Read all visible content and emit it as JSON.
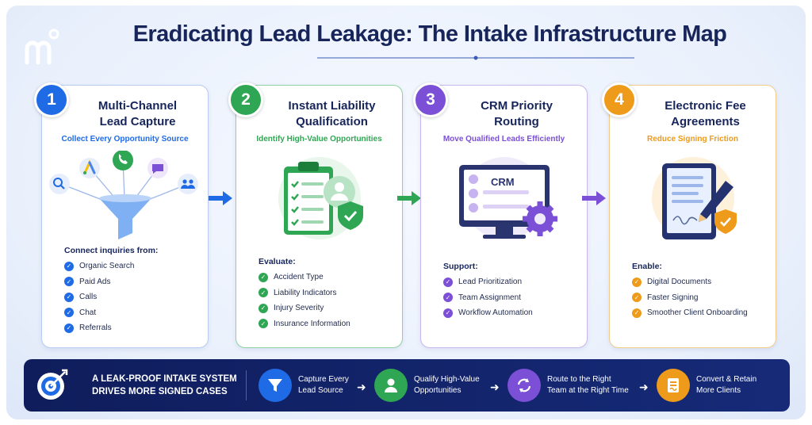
{
  "title": "Eradicating Lead Leakage: The Intake Infrastructure Map",
  "colors": {
    "blue": "#1f6be6",
    "green": "#2fa653",
    "purple": "#7b4fd6",
    "orange": "#ee9a1a",
    "navy": "#17255a"
  },
  "cards": [
    {
      "number": "1",
      "title_line1": "Multi-Channel",
      "title_line2": "Lead Capture",
      "subtitle": "Collect Every Opportunity Source",
      "list_heading": "Connect inquiries from:",
      "items": [
        "Organic Search",
        "Paid Ads",
        "Calls",
        "Chat",
        "Referrals"
      ],
      "icons": [
        "search-icon",
        "ads-icon",
        "phone-icon",
        "chat-icon",
        "referrals-icon",
        "funnel-icon"
      ]
    },
    {
      "number": "2",
      "title_line1": "Instant Liability",
      "title_line2": "Qualification",
      "subtitle": "Identify High-Value Opportunities",
      "list_heading": "Evaluate:",
      "items": [
        "Accident Type",
        "Liability Indicators",
        "Injury Severity",
        "Insurance Information"
      ],
      "icons": [
        "clipboard-checklist-icon",
        "user-icon",
        "shield-check-icon"
      ]
    },
    {
      "number": "3",
      "title_line1": "CRM Priority",
      "title_line2": "Routing",
      "subtitle": "Move Qualified Leads Efficiently",
      "list_heading": "Support:",
      "items": [
        "Lead Prioritization",
        "Team Assignment",
        "Workflow Automation"
      ],
      "screen_label": "CRM",
      "icons": [
        "monitor-icon",
        "gear-icon"
      ]
    },
    {
      "number": "4",
      "title_line1": "Electronic Fee",
      "title_line2": "Agreements",
      "subtitle": "Reduce Signing Friction",
      "list_heading": "Enable:",
      "items": [
        "Digital Documents",
        "Faster Signing",
        "Smoother Client Onboarding"
      ],
      "icons": [
        "tablet-document-icon",
        "pen-icon",
        "shield-check-icon"
      ]
    }
  ],
  "banner": {
    "tagline_line1": "A LEAK-PROOF INTAKE SYSTEM",
    "tagline_line2": "DRIVES MORE SIGNED CASES",
    "steps": [
      {
        "line1": "Capture Every",
        "line2": "Lead Source",
        "icon": "funnel-icon"
      },
      {
        "line1": "Qualify High-Value",
        "line2": "Opportunities",
        "icon": "user-icon"
      },
      {
        "line1": "Route to the Right",
        "line2": "Team at the Right Time",
        "icon": "refresh-icon"
      },
      {
        "line1": "Convert & Retain",
        "line2": "More Clients",
        "icon": "signed-document-icon"
      }
    ]
  }
}
